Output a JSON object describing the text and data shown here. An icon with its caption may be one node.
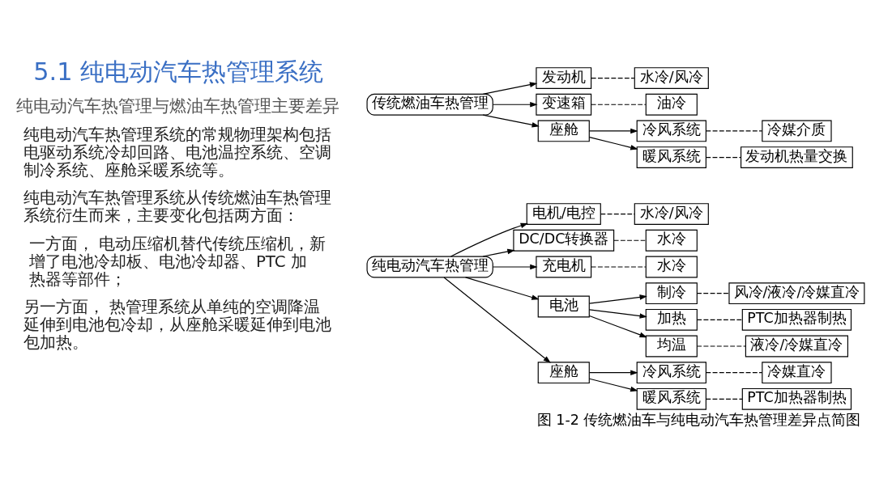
{
  "diagram": {
    "title": "5.1 纯电动汽车热管理系统",
    "caption": "图 1-2 传统燃油车与纯电动汽车热管理差异点简图",
    "nodes": [
      {
        "text": [
          "传统燃油车热管理"
        ]
      },
      {
        "text": [
          "发动机"
        ]
      },
      {
        "text": [
          "水冷/风冷"
        ]
      },
      {
        "text": [
          "变速箱"
        ]
      },
      {
        "text": [
          "油冷"
        ]
      },
      {
        "text": [
          "座舱"
        ]
      },
      {
        "text": [
          "冷风系统"
        ]
      },
      {
        "text": [
          "冷媒介质"
        ]
      },
      {
        "text": [
          "暖风系统"
        ]
      },
      {
        "text": [
          "发动机热量交换"
        ]
      },
      {
        "text": [
          "纯电动汽车热管理"
        ]
      },
      {
        "text": [
          "电机/电控"
        ]
      },
      {
        "text": [
          "水冷/风冷"
        ]
      },
      {
        "text": [
          "DC/DC转换器"
        ]
      },
      {
        "text": [
          "水冷"
        ]
      },
      {
        "text": [
          "充电机"
        ]
      },
      {
        "text": [
          "水冷"
        ]
      },
      {
        "text": [
          "电池"
        ]
      },
      {
        "text": [
          "制冷"
        ]
      },
      {
        "text": [
          "风冷/液冷/冷媒直冷"
        ]
      },
      {
        "text": [
          "加热"
        ]
      },
      {
        "text": [
          "PTC加热器制热"
        ]
      },
      {
        "text": [
          "均温"
        ]
      },
      {
        "text": [
          "液冷/冷媒直冷"
        ]
      },
      {
        "text": [
          "座舱"
        ]
      },
      {
        "text": [
          "冷风系统"
        ]
      },
      {
        "text": [
          "冷媒直冷"
        ]
      },
      {
        "text": [
          "暖风系统"
        ]
      },
      {
        "text": [
          "PTC加热器制热"
        ]
      }
    ],
    "edges": [
      {
        "from": 0,
        "to": 1,
        "arrow": "to"
      },
      {
        "from": 1,
        "to": 2,
        "arrow": "none",
        "style": "dashed"
      },
      {
        "from": 0,
        "to": 3,
        "arrow": "to"
      },
      {
        "from": 3,
        "to": 4,
        "arrow": "none",
        "style": "dashed"
      },
      {
        "from": 0,
        "to": 5,
        "arrow": "to"
      },
      {
        "from": 5,
        "to": 6,
        "arrow": "to"
      },
      {
        "from": 6,
        "to": 7,
        "arrow": "none",
        "style": "dashed"
      },
      {
        "from": 5,
        "to": 8,
        "arrow": "to"
      },
      {
        "from": 8,
        "to": 9,
        "arrow": "none",
        "style": "dashed"
      },
      {
        "from": 10,
        "to": 11,
        "arrow": "to"
      },
      {
        "from": 11,
        "to": 12,
        "arrow": "none",
        "style": "dashed"
      },
      {
        "from": 10,
        "to": 13,
        "arrow": "to"
      },
      {
        "from": 13,
        "to": 14,
        "arrow": "none",
        "style": "dashed"
      },
      {
        "from": 10,
        "to": 15,
        "arrow": "to"
      },
      {
        "from": 15,
        "to": 16,
        "arrow": "none",
        "style": "dashed"
      },
      {
        "from": 10,
        "to": 17,
        "arrow": "to"
      },
      {
        "from": 17,
        "to": 18,
        "arrow": "to"
      },
      {
        "from": 18,
        "to": 19,
        "arrow": "none",
        "style": "dashed"
      },
      {
        "from": 17,
        "to": 20,
        "arrow": "to"
      },
      {
        "from": 20,
        "to": 21,
        "arrow": "none",
        "style": "dashed"
      },
      {
        "from": 17,
        "to": 22,
        "arrow": "to"
      },
      {
        "from": 22,
        "to": 23,
        "arrow": "none",
        "style": "dashed"
      },
      {
        "from": 10,
        "to": 24,
        "arrow": "to"
      },
      {
        "from": 24,
        "to": 25,
        "arrow": "to"
      },
      {
        "from": 25,
        "to": 26,
        "arrow": "none",
        "style": "dashed"
      },
      {
        "from": 24,
        "to": 27,
        "arrow": "to"
      },
      {
        "from": 27,
        "to": 28,
        "arrow": "none",
        "style": "dashed"
      }
    ],
    "labels": [
      "纯电动汽车热管理与燃油车热管理主要差异",
      "纯电动汽车热管理系统的常规物理架构包括电驱动系统冷却回路、电池温控系统、空调制冷系统、座舱采暖系统等。",
      "纯电动汽车热管理系统从传统燃油车热管理系统衍生而来，主要变化包括两方面：",
      "一方面， 电动压缩机替代传统压缩机，新增了电池冷却板、电池冷却器、PTC 加热器等部件；",
      "另一方面， 热管理系统从单纯的空调降温延伸到电池包冷却，从座舱采暖延伸到电池包加热。"
    ]
  }
}
